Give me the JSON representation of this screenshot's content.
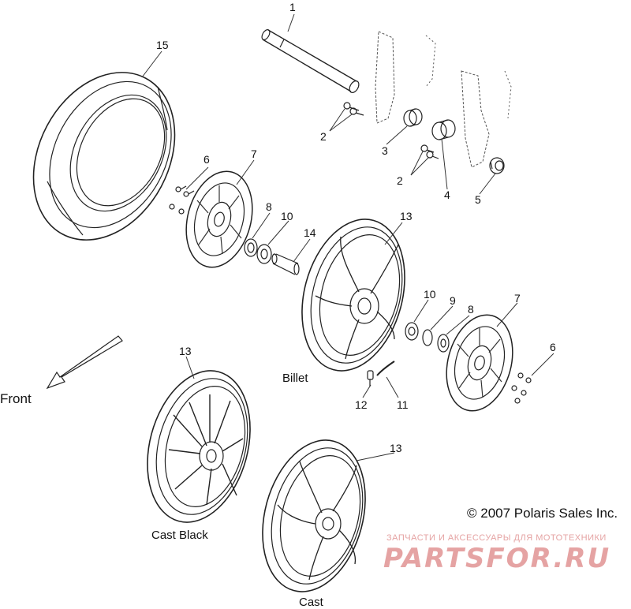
{
  "callouts": [
    "1",
    "2",
    "2",
    "3",
    "4",
    "5",
    "6",
    "7",
    "8",
    "10",
    "14",
    "13",
    "15",
    "10",
    "9",
    "8",
    "7",
    "6",
    "11",
    "12",
    "13",
    "13"
  ],
  "captions": {
    "billet": "Billet",
    "cast_black": "Cast Black",
    "cast": "Cast",
    "front": "Front"
  },
  "copyright": "© 2007 Polaris Sales Inc.",
  "watermark": {
    "tagline": "ЗАПЧАСТИ И АКСЕССУАРЫ ДЛЯ МОТОТЕХНИКИ",
    "brand": "PARTSFOR.RU",
    "color": "#e5a3a3"
  }
}
